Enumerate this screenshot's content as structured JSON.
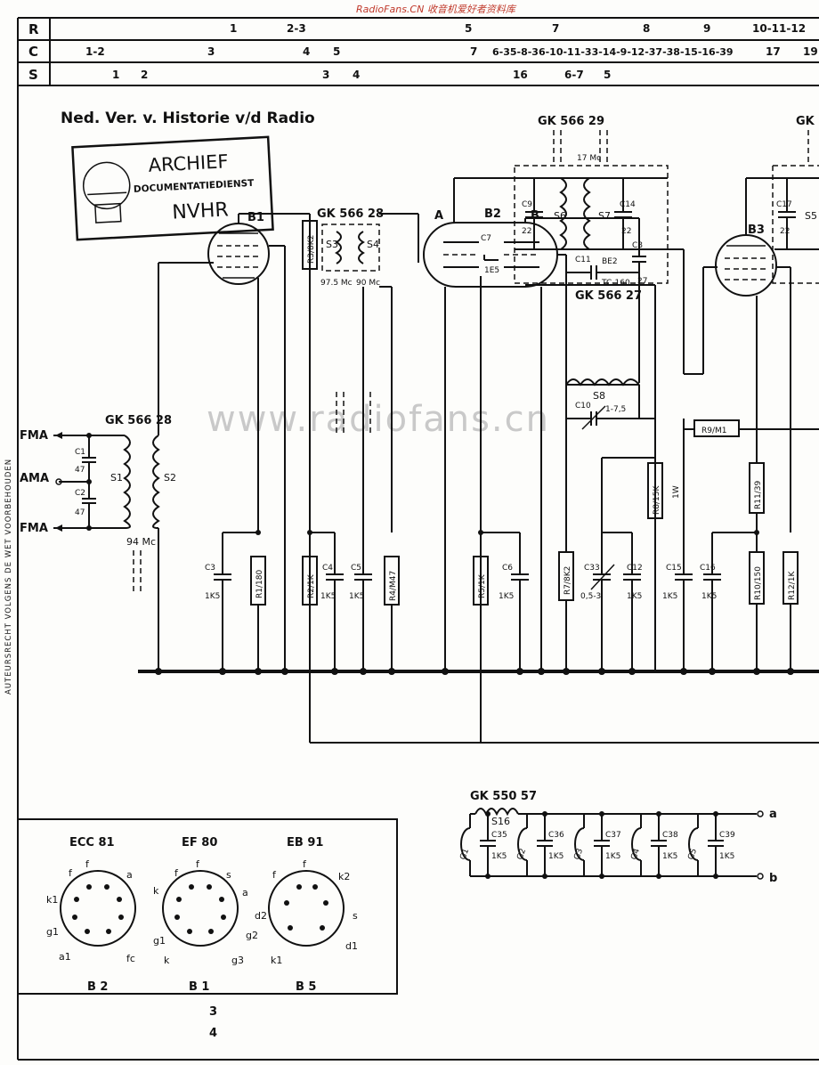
{
  "header": {
    "row_keys": [
      "R",
      "C",
      "S"
    ],
    "watermark_top": "RadioFans.CN 收音机爱好者资料库",
    "r_cells": [
      "1",
      "2-3",
      "5",
      "7",
      "8",
      "9",
      "10-11-12"
    ],
    "c_cells": [
      "1-2",
      "3",
      "4",
      "5",
      "7",
      "6-35-8-36-10-11-33-14-9-12-37-38-15-16-39",
      "17",
      "19"
    ],
    "s_cells": [
      "1",
      "2",
      "3",
      "4",
      "16",
      "6-7",
      "5"
    ]
  },
  "title": "Ned. Ver. v. Historie v/d Radio",
  "stamp": {
    "line1": "ARCHIEF",
    "line2": "DOCUMENTATIEDIENST",
    "line3": "NVHR"
  },
  "copyright_side": "AUTEURSRECHT VOLGENS DE WET VOORBEHOUDEN",
  "watermark_center": "www.radiofans.cn",
  "inputs": [
    "FMA",
    "AMA",
    "FMA"
  ],
  "tubes": {
    "b1": "B1",
    "b2": "B2",
    "b3": "B3",
    "anode_a": "A",
    "anode_b": "B"
  },
  "coils": {
    "gk_in": "GK 566 28",
    "gk_top": "GK 566 28",
    "gk_right": "GK 566 29",
    "gk_osc": "GK 566 27",
    "gk_last": "GK",
    "s1": "S1",
    "s2": "S2",
    "s3": "S3",
    "s4": "S4",
    "s5": "S5",
    "s6": "S6",
    "s7": "S7",
    "s8": "S8",
    "f_in": "94 Mc",
    "f_s3": "97.5 Mc",
    "f_s4": "90 Mc",
    "f_if": "17 Mc"
  },
  "components": {
    "c1": "C1",
    "c1v": "47",
    "c2": "C2",
    "c2v": "47",
    "c3": "C3",
    "c3v": "1K5",
    "r1": "R1/180",
    "r2": "R2/1K",
    "c4": "C4",
    "c4v": "1K5",
    "c5": "C5",
    "c5v": "1K5",
    "r4": "R4/M47",
    "r3": "R3/8K2",
    "c7": "C7",
    "c7v": "1E5",
    "c8": "C8",
    "c8v": "27",
    "c11": "C11",
    "be2": "BE2",
    "tc": "TC-160",
    "c10": "C10",
    "c10v": "1-7,5",
    "r5": "R5/1K",
    "c6": "C6",
    "c6v": "1K5",
    "r7": "R7/8K2",
    "c33": "C33",
    "c33v": "0,5-3",
    "c12": "C12",
    "c12v": "1K5",
    "r8": "R8/15K",
    "r8w": "1W",
    "c15": "C15",
    "c15v": "1K5",
    "c16": "C16",
    "c16v": "1K5",
    "r10": "R10/150",
    "r11": "R11/39",
    "r9": "R9/M1",
    "r12": "R12/1K",
    "c9": "C9",
    "c9v": "22",
    "c14": "C14",
    "c14v": "22",
    "c17": "C17",
    "c17v": "22",
    "s5r": "S5"
  },
  "filter": {
    "title": "GK 550 57",
    "coil": "S16",
    "items": [
      {
        "fil": "G1",
        "cap": "C35",
        "val": "1K5"
      },
      {
        "fil": "G2",
        "cap": "C36",
        "val": "1K5"
      },
      {
        "fil": "G3",
        "cap": "C37",
        "val": "1K5"
      },
      {
        "fil": "G4",
        "cap": "C38",
        "val": "1K5"
      },
      {
        "fil": "G5",
        "cap": "C39",
        "val": "1K5"
      }
    ],
    "out_a": "a",
    "out_b": "b"
  },
  "sockets": [
    {
      "type": "ECC 81",
      "tube": "B 2",
      "pins": [
        "f",
        "f",
        "a",
        "k1",
        "g1",
        "a1",
        "fc"
      ]
    },
    {
      "type": "EF 80",
      "tube": "B 1",
      "pins": [
        "f",
        "f",
        "s",
        "k",
        "g1",
        "k",
        "g3",
        "a",
        "g2"
      ],
      "extra": [
        "3",
        "4"
      ]
    },
    {
      "type": "EB 91",
      "tube": "B 5",
      "pins": [
        "f",
        "f",
        "k2",
        "d2",
        "k1",
        "s",
        "d1"
      ]
    }
  ]
}
